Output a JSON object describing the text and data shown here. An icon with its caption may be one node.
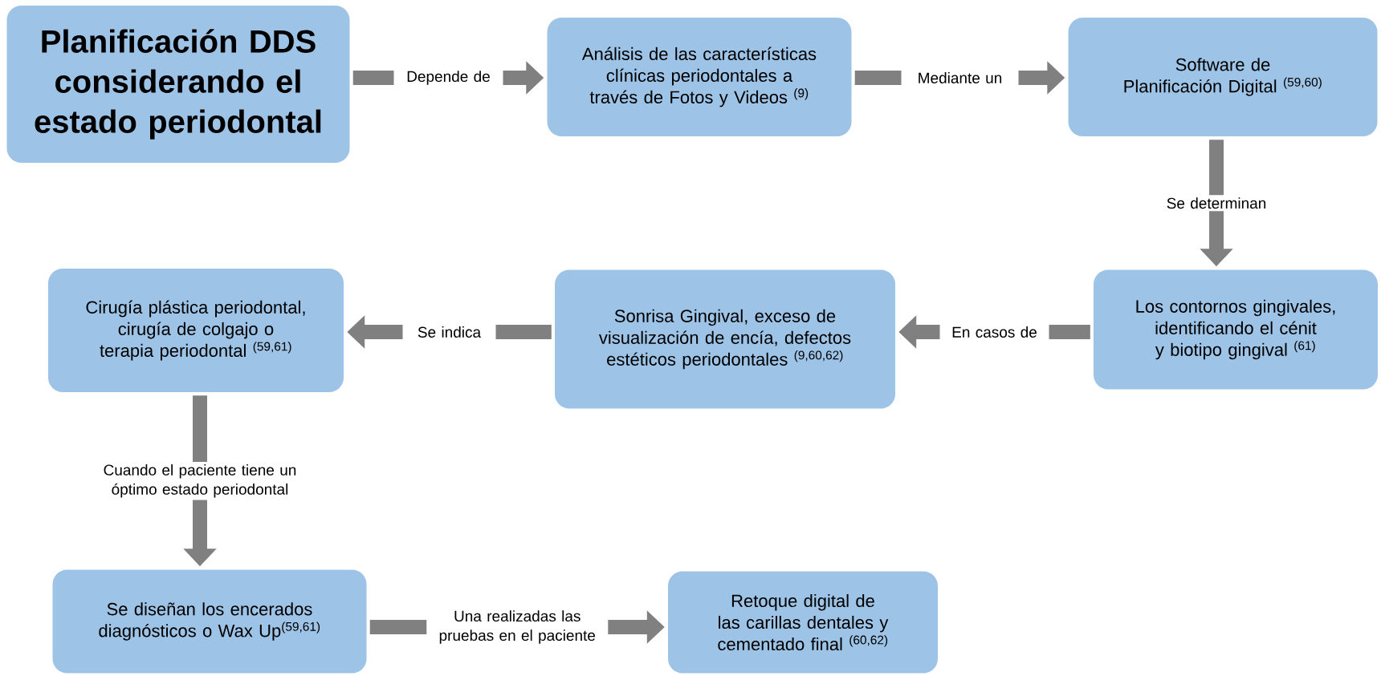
{
  "diagram": {
    "nodes": [
      {
        "text": [
          "Planificación DDS considerando el estado periodontal"
        ]
      },
      {
        "text": [
          "Análisis de las características clínicas periodontales a través de Fotos y Videos $^{(9)}$"
        ]
      },
      {
        "text": [
          "Software de Planificación Digital $^{(59,60)}$"
        ]
      },
      {
        "text": [
          "Los contornos gingivales, identificando el cénit y biotipo gingival $^{(61)}$"
        ]
      },
      {
        "text": [
          "Sonrisa Gingival, exceso de visualización de encía, defectos estéticos periodontales $^{(9,60,62)}$"
        ]
      },
      {
        "text": [
          "Cirugía plástica periodontal, cirugía de colgajo o terapia periodontal $^{(59,61)}$"
        ]
      },
      {
        "text": [
          "Se diseñan los encerados diagnósticos o Wax Up$^{(59,61)}$"
        ]
      },
      {
        "text": [
          "Retoque digital de las carillas dentales y cementado final $^{(60,62)}$"
        ]
      }
    ],
    "edges": [
      {
        "from": 0,
        "to": 1,
        "arrow": "to",
        "label": "Depende de"
      },
      {
        "from": 1,
        "to": 2,
        "arrow": "to",
        "label": "Mediante un"
      },
      {
        "from": 2,
        "to": 3,
        "arrow": "to",
        "label": "Se determinan"
      },
      {
        "from": 3,
        "to": 4,
        "arrow": "to",
        "label": "En casos de"
      },
      {
        "from": 4,
        "to": 5,
        "arrow": "to",
        "label": "Se indica"
      },
      {
        "from": 5,
        "to": 6,
        "arrow": "to",
        "label": "Cuando el paciente tiene un óptimo estado periodontal"
      },
      {
        "from": 6,
        "to": 7,
        "arrow": "to",
        "label": "Una realizadas las pruebas en el paciente"
      }
    ]
  }
}
